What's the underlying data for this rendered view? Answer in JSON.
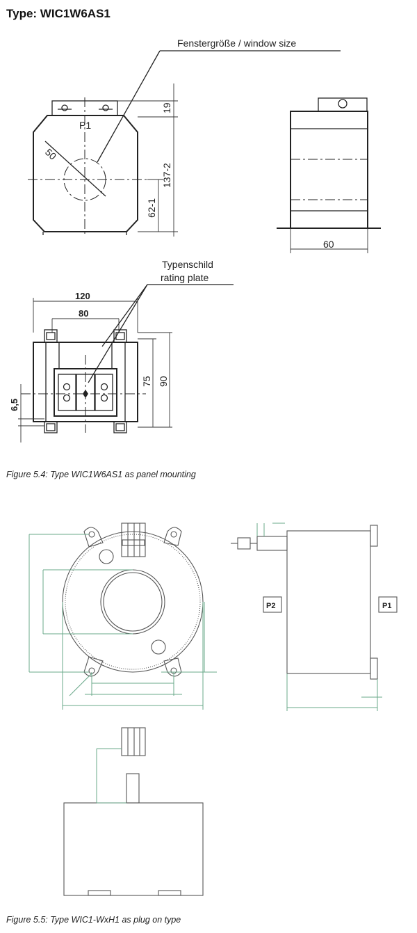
{
  "page_title": "Type: WIC1W6AS1",
  "fig1": {
    "window_size_label": "Fenstergröße / window size",
    "p1_label": "P1",
    "diameter_label": "50",
    "dim_19": "19",
    "dim_137": "137-2",
    "dim_62": "62-1",
    "dim_60": "60",
    "rating_plate_de": "Typenschild",
    "rating_plate_en": "rating  plate",
    "dim_120": "120",
    "dim_80": "80",
    "dim_75": "75",
    "dim_90": "90",
    "dim_6_5": "6,5"
  },
  "caption_1": "Figure 5.4: Type WIC1W6AS1 as panel mounting",
  "fig2": {
    "p2_label": "P2",
    "p1_label": "P1"
  },
  "caption_2": "Figure 5.5: Type WIC1-WxH1 as plug on type"
}
